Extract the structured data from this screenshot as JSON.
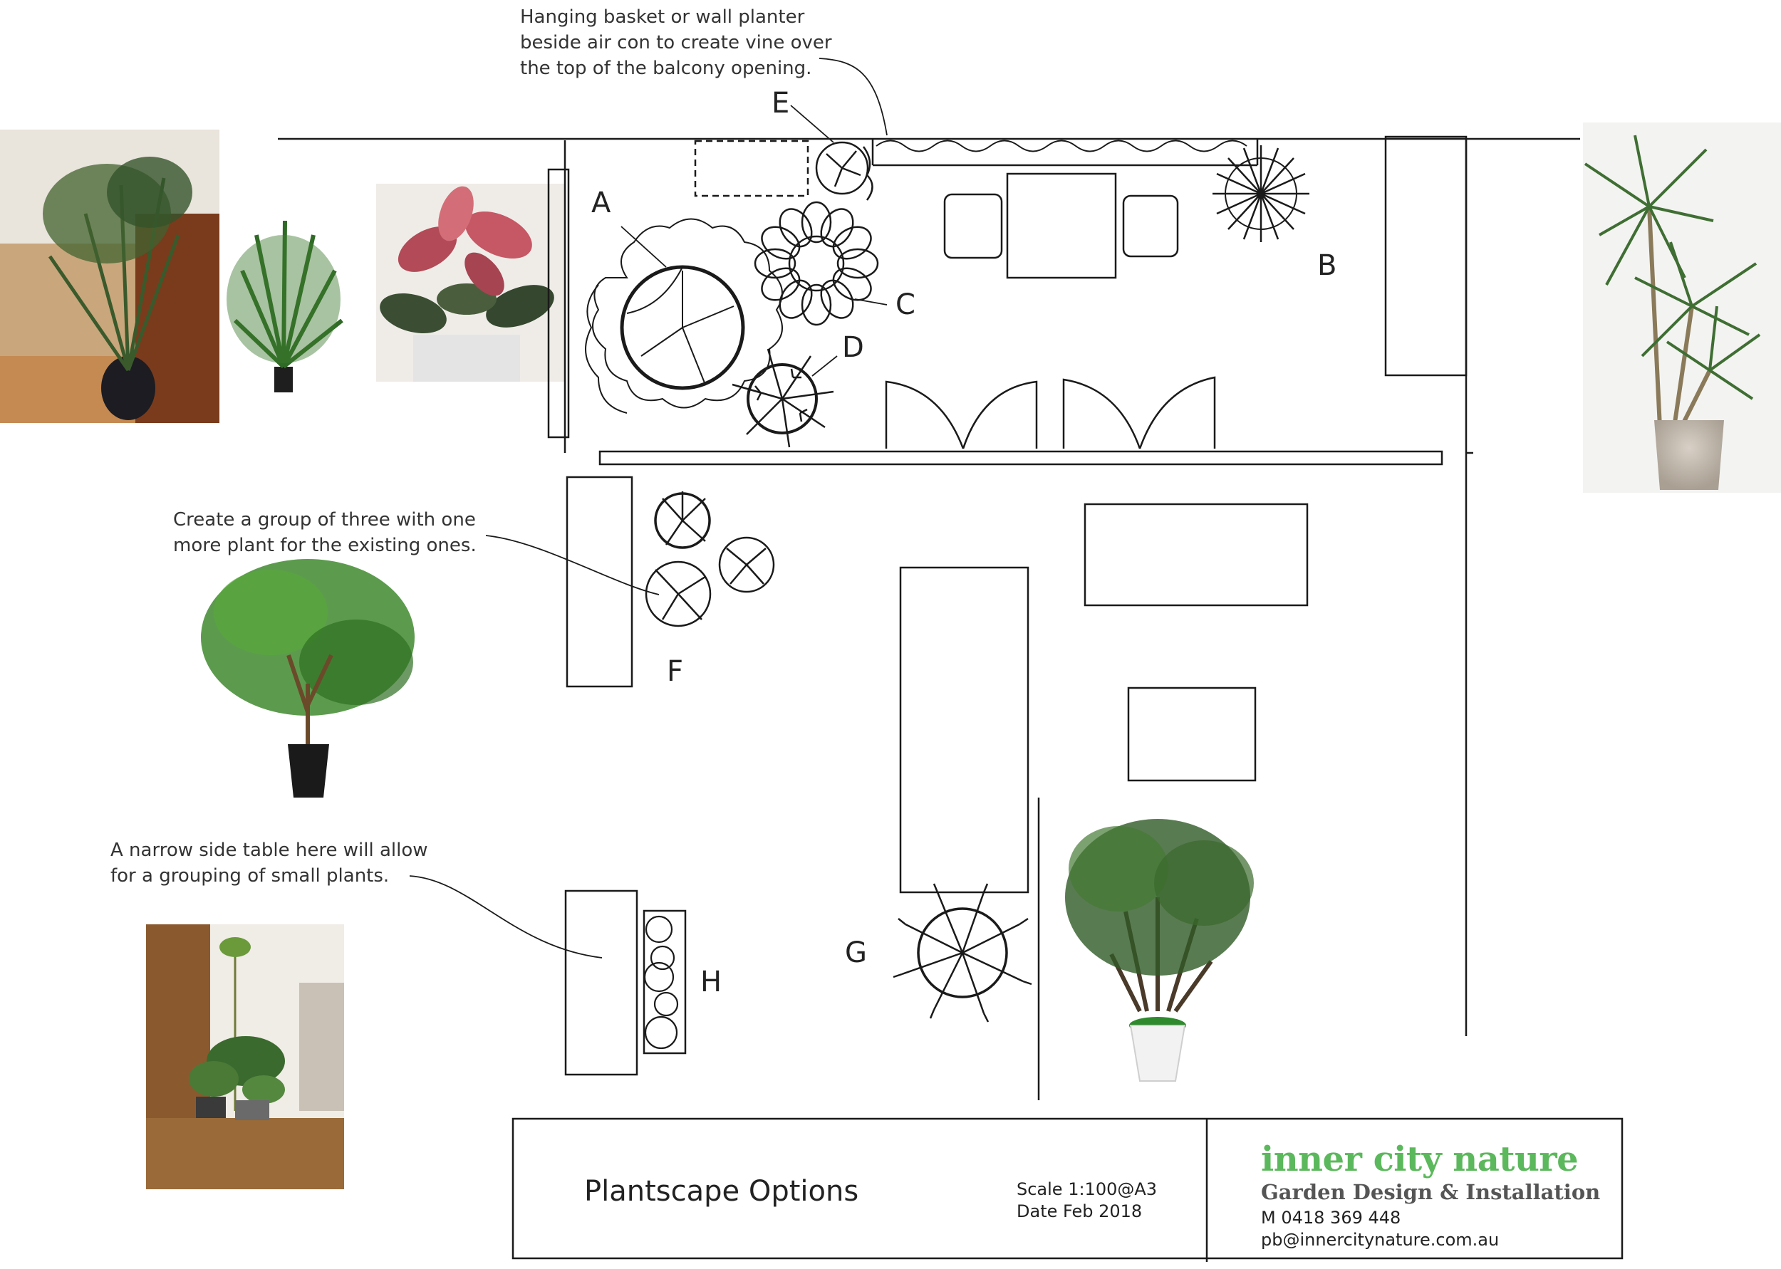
{
  "annotations": {
    "vine": [
      "Hanging basket or wall planter",
      "beside air con to create vine over",
      "the top of the balcony opening."
    ],
    "group": [
      "Create a group of three with one",
      "more plant for the existing ones."
    ],
    "side_table": [
      "A narrow side table here will allow",
      "for a grouping of small plants."
    ]
  },
  "plant_labels": [
    "A",
    "B",
    "C",
    "D",
    "E",
    "F",
    "G",
    "H"
  ],
  "title_block": {
    "title": "Plantscape Options",
    "scale": "Scale 1:100@A3",
    "date": "Date Feb 2018",
    "brand_name": "inner city nature",
    "brand_tagline": "Garden Design & Installation",
    "phone": "M 0418 369 448",
    "email": "pb@innercitynature.com.au"
  },
  "colors": {
    "brand_green": "#5cb85c",
    "tagline_grey": "#555555",
    "line": "#1a1a1a"
  },
  "photos": [
    "indoor-palm-room-photo",
    "parlour-palm-photo",
    "rubber-plant-photo",
    "dracaena-photo",
    "ficus-photo",
    "rhapis-palm-photo",
    "side-table-plants-photo"
  ]
}
